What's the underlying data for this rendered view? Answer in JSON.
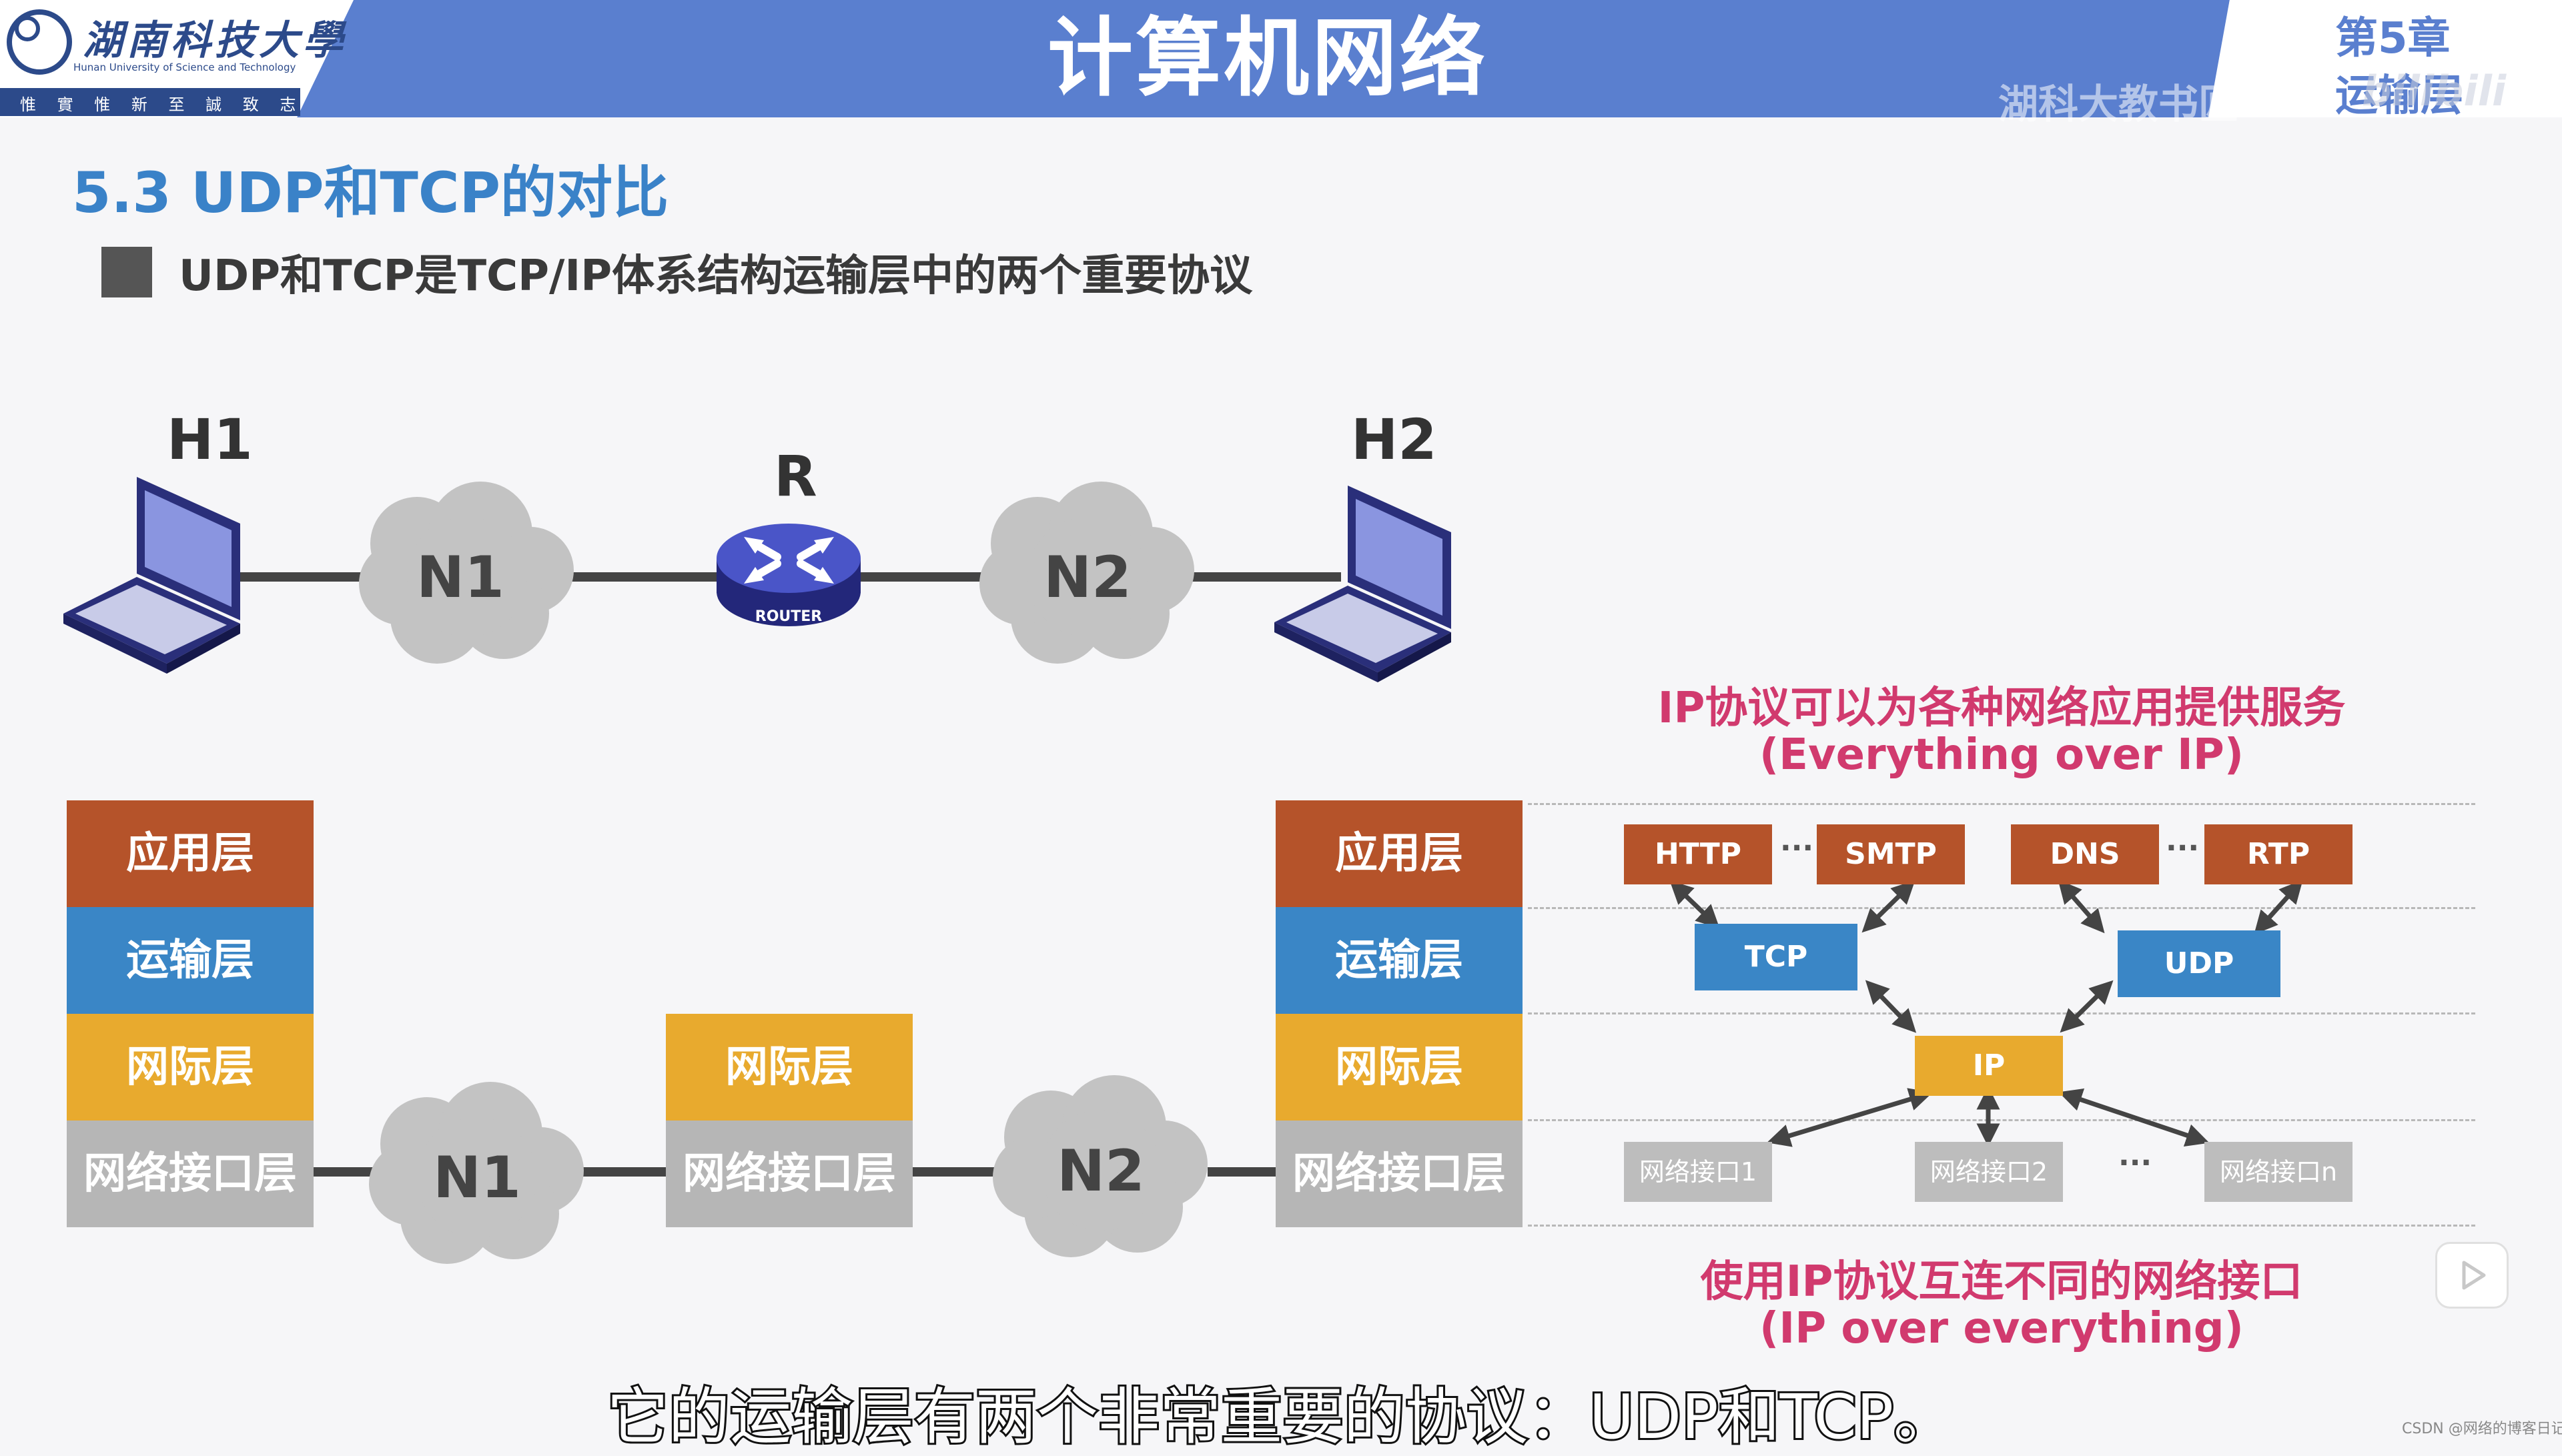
{
  "header": {
    "title": "计算机网络",
    "logo": {
      "name_zh": "湖南科技大學",
      "name_en": "Hunan University of Science and Technology",
      "motto": "惟 實 惟 新    至 誠 致 志"
    },
    "chapter_number": "第5章",
    "chapter_name": "运输层",
    "watermark_text": "湖科大教书匠",
    "watermark_logo": "bilibili"
  },
  "section_title": "5.3 UDP和TCP的对比",
  "bullet": "UDP和TCP是TCP/IP体系结构运输层中的两个重要协议",
  "topology": {
    "host_left": "H1",
    "host_right": "H2",
    "router": "R",
    "router_caption": "ROUTER",
    "cloud_left": "N1",
    "cloud_right": "N2"
  },
  "stacks": {
    "host1": [
      "应用层",
      "运输层",
      "网际层",
      "网络接口层"
    ],
    "router": [
      "网际层",
      "网络接口层"
    ],
    "host2": [
      "应用层",
      "运输层",
      "网际层",
      "网络接口层"
    ],
    "cloud_left": "N1",
    "cloud_right": "N2"
  },
  "ip_diagram": {
    "top_caption_line1": "IP协议可以为各种网络应用提供服务",
    "top_caption_line2": "(Everything over IP)",
    "bottom_caption_line1": "使用IP协议互连不同的网络接口",
    "bottom_caption_line2": "(IP over everything)",
    "app_protocols": [
      "HTTP",
      "SMTP",
      "DNS",
      "RTP"
    ],
    "transport_protocols": [
      "TCP",
      "UDP"
    ],
    "network_protocol": "IP",
    "interfaces": [
      "网络接口1",
      "网络接口2",
      "网络接口n"
    ],
    "ellipsis": "···",
    "colors": {
      "application": "#b5532a",
      "transport": "#3a86c6",
      "network": "#e8aa2e",
      "interface": "#b6b6b6",
      "caption": "#d13a6e"
    }
  },
  "subtitle": "它的运输层有两个非常重要的协议：UDP和TCP。",
  "csdn_watermark": "CSDN @网络的博客日记",
  "icons": [
    "laptop-icon",
    "router-icon",
    "cloud-icon",
    "play-icon",
    "arrow-icon"
  ]
}
